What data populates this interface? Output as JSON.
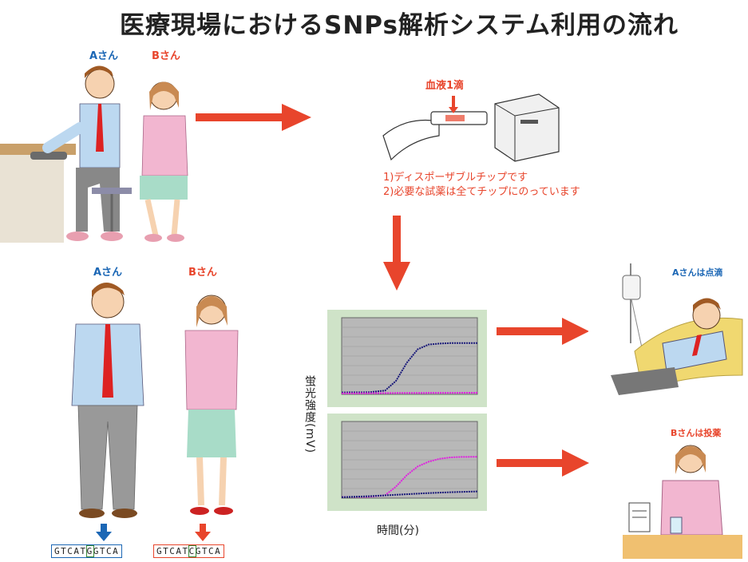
{
  "title": "医療現場におけるSNPs解析システム利用の流れ",
  "persons": {
    "a": "Aさん",
    "b": "Bさん"
  },
  "blood_label": "血液1滴",
  "notes": [
    "1)ディスポーザブルチップです",
    "2)必要な試薬は全てチップにのっています"
  ],
  "dna": {
    "a": {
      "pre": "GTCAT",
      "snp": "G",
      "post": "GTCA"
    },
    "b": {
      "pre": "GTCAT",
      "snp": "C",
      "post": "GTCA"
    }
  },
  "outcomes": {
    "a": {
      "who": "Aさん",
      "action": "は点滴"
    },
    "b": {
      "who": "Bさん",
      "action": "は投薬"
    }
  },
  "ylabel": "蛍光強度(mV)",
  "xlabel": "時間(分)",
  "colors": {
    "arrow": "#e8452c",
    "blue": "#1c67b5",
    "chart_bg": "#cfe3c8"
  },
  "chart_data": [
    {
      "type": "line",
      "series": [
        {
          "color": "#1a1a7a",
          "x": [
            0,
            5,
            8,
            10,
            12,
            14,
            16,
            18,
            20,
            25
          ],
          "y": [
            20,
            22,
            40,
            140,
            330,
            470,
            520,
            530,
            535,
            535
          ]
        },
        {
          "color": "#e020e0",
          "x": [
            0,
            5,
            10,
            15,
            20,
            25
          ],
          "y": [
            10,
            12,
            14,
            15,
            16,
            17
          ]
        }
      ],
      "xlim": [
        0,
        25
      ],
      "ylim": [
        0,
        800
      ]
    },
    {
      "type": "line",
      "series": [
        {
          "color": "#e020e0",
          "x": [
            0,
            5,
            8,
            10,
            12,
            14,
            16,
            18,
            20,
            22,
            25
          ],
          "y": [
            12,
            14,
            30,
            120,
            240,
            330,
            380,
            410,
            425,
            430,
            432
          ]
        },
        {
          "color": "#1a1a7a",
          "x": [
            0,
            5,
            10,
            15,
            20,
            25
          ],
          "y": [
            10,
            20,
            35,
            50,
            62,
            70
          ]
        }
      ],
      "xlim": [
        0,
        25
      ],
      "ylim": [
        0,
        800
      ]
    }
  ]
}
